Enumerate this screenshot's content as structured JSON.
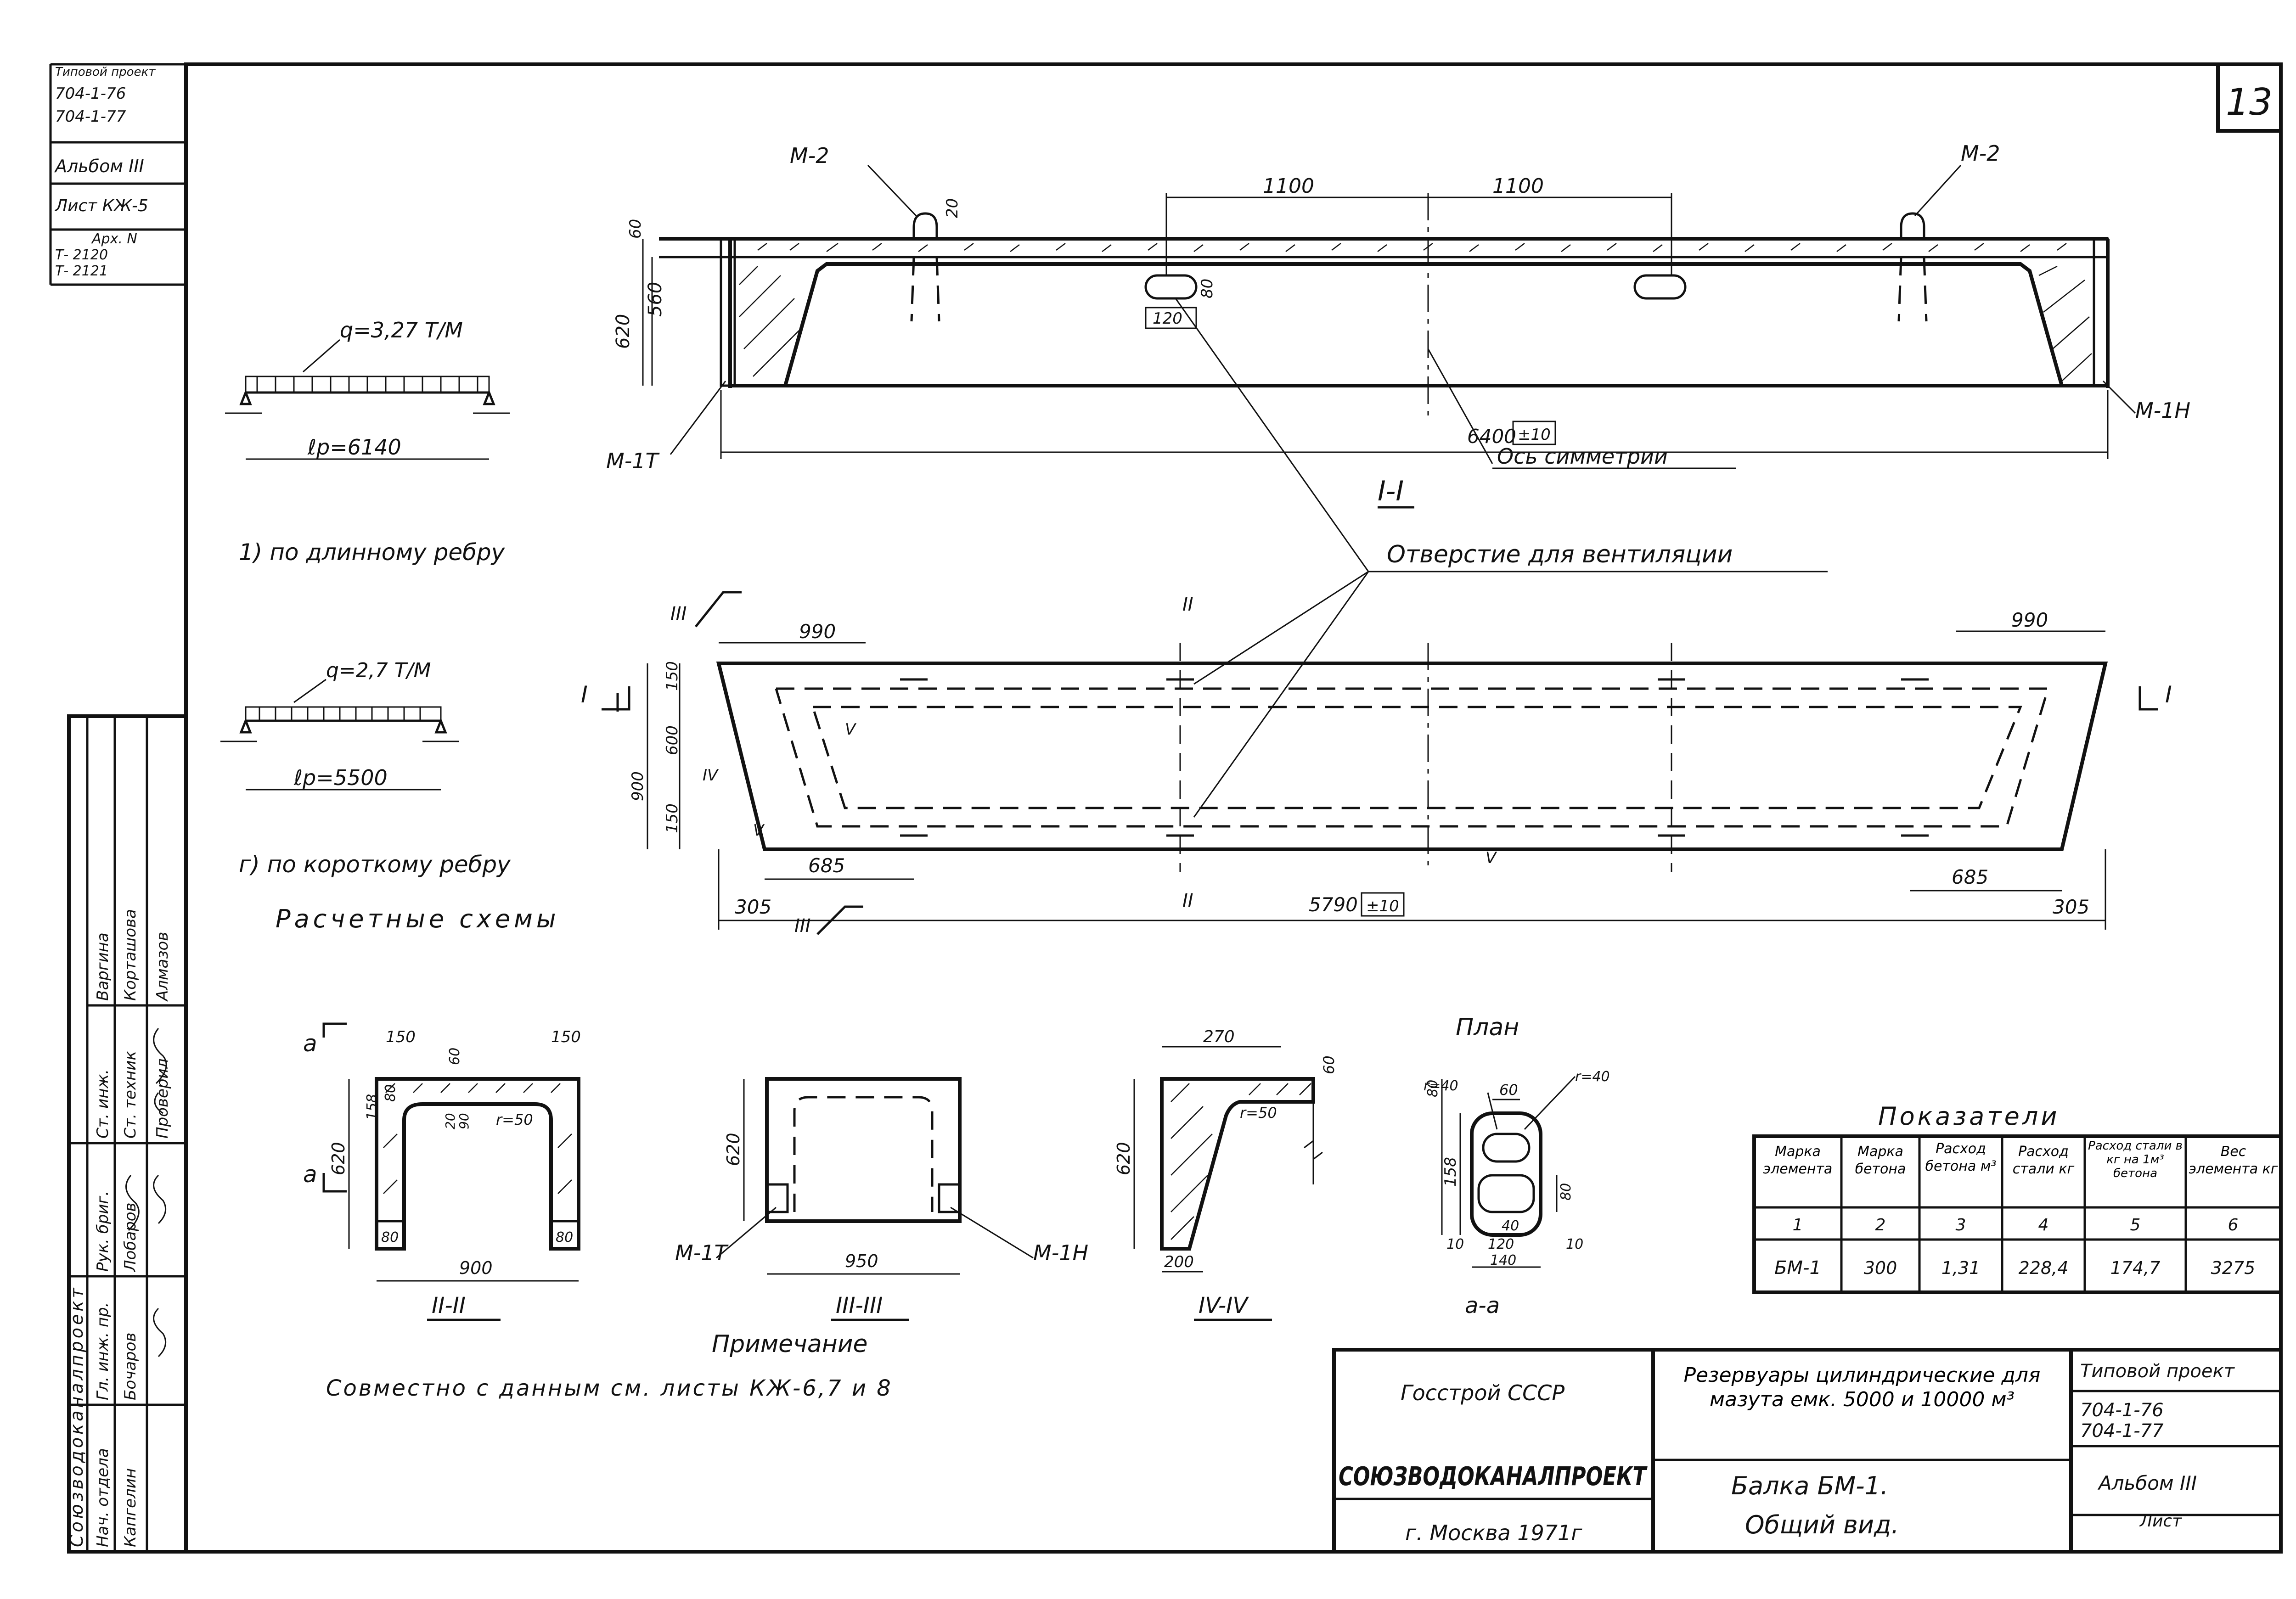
{
  "sheet_number": "13",
  "side_stamp": {
    "project_lines": [
      "Типовой проект",
      "704-1-76",
      "704-1-77"
    ],
    "album": "Альбом III",
    "sheet": "Лист КЖ-5",
    "archive": [
      "Арх. N",
      "Т- 2120",
      "Т- 2121"
    ],
    "org_vertical": "Союзводоканалпроект"
  },
  "signatures": {
    "roles": [
      "Нач. отдела",
      "Гл. инж. пр.",
      "Рук. бриг.",
      "Ст. инж.",
      "Ст. техник",
      "Проверил"
    ],
    "names": [
      "Капгелин",
      "Бочаров",
      "Лобаров",
      "Варгина",
      "Корташова",
      "Алмазов"
    ]
  },
  "schemes": {
    "load1": "q=3,27 T/M",
    "span1": "ℓр=6140",
    "caption1": "1) по длинному ребру",
    "load2": "q=2,7 T/M",
    "span2": "ℓр=5500",
    "caption2": "г) по короткому ребру",
    "title": "Расчетные схемы"
  },
  "section_1": {
    "title": "I-I",
    "dims": {
      "d1100a": "1100",
      "d1100b": "1100",
      "d60": "60",
      "d620": "620",
      "d560": "560",
      "d20": "20",
      "d80": "80",
      "d120": "120",
      "d6400": "6400",
      "tol": "±10"
    },
    "marks": {
      "m2_left": "M-2",
      "m2_right": "M-2",
      "m1t": "M-1T",
      "m1h": "M-1H"
    },
    "axis_label": "Ось симметрии",
    "vent_label": "Отверстие для вентиляции"
  },
  "plan_view": {
    "dims": {
      "top_left": "990",
      "top_right": "990",
      "h150a": "150",
      "h600": "600",
      "h900": "900",
      "h150b": "150",
      "b685l": "685",
      "b685r": "685",
      "b305l": "305",
      "b305r": "305",
      "b5790": "5790",
      "tol": "±10"
    },
    "cut_marks": {
      "i": "I",
      "ii": "II",
      "iii": "III",
      "iv": "IV",
      "v": "V"
    }
  },
  "section_2": {
    "title": "II-II",
    "dims": {
      "d150a": "150",
      "d150b": "150",
      "d60": "60",
      "d620": "620",
      "d158": "158",
      "d80a": "80",
      "d20": "20",
      "d90": "90",
      "r50": "r=50",
      "d80b": "80",
      "d80c": "80",
      "d900": "900"
    },
    "cut_label": "a"
  },
  "section_3": {
    "title": "III-III",
    "dims": {
      "d620": "620",
      "d950": "950"
    },
    "marks": {
      "m1t": "M-1T",
      "m1h": "M-1H"
    }
  },
  "section_4": {
    "title": "IV-IV",
    "dims": {
      "d270": "270",
      "d60": "60",
      "d620": "620",
      "r50": "r=50",
      "d200": "200"
    }
  },
  "section_a": {
    "plan_label": "План",
    "title": "a-a",
    "dims": {
      "r40a": "r=40",
      "d60": "60",
      "r40b": "r=40",
      "d80a": "80",
      "d158": "158",
      "d80b": "80",
      "d40": "40",
      "d120": "120",
      "d140": "140",
      "d10a": "10",
      "d10b": "10"
    }
  },
  "note": {
    "title": "Примечание",
    "text": "Совместно с данным см. листы КЖ-6,7 и 8"
  },
  "indicators": {
    "title": "Показатели",
    "headers": [
      "Марка элемента",
      "Марка бетона",
      "Расход бетона м³",
      "Расход стали кг",
      "Расход стали в кг на 1м³ бетона",
      "Вес элемента кг"
    ],
    "numbers": [
      "1",
      "2",
      "3",
      "4",
      "5",
      "6"
    ],
    "row": [
      "БМ-1",
      "300",
      "1,31",
      "228,4",
      "174,7",
      "3275"
    ]
  },
  "title_block": {
    "agency": "Госстрой СССР",
    "org": "СОЮЗВОДОКАНАЛПРОЕКТ",
    "city": "г. Москва 1971г",
    "project_title": "Резервуары цилиндрические для мазута емк. 5000 и 10000 м³",
    "drawing_title_1": "Балка БМ-1.",
    "drawing_title_2": "Общий вид.",
    "typical_project": "Типовой проект",
    "codes": [
      "704-1-76",
      "704-1-77"
    ],
    "album": "Альбом III",
    "sheet": "Лист"
  }
}
